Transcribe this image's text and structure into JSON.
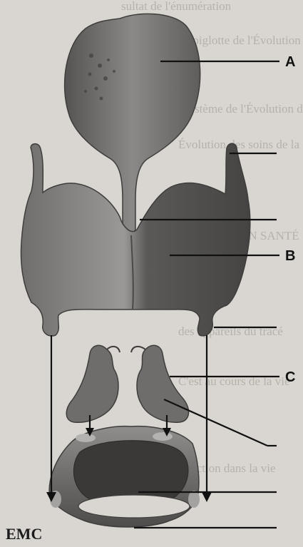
{
  "figure": {
    "labels": [
      "A",
      "B",
      "C"
    ],
    "logo": "EMC",
    "background_text": [
      "sultat de l'énumération",
      "Épiglotte de l'Évolution dont S",
      "Système de l'Évolution de Soins",
      "Évolution des soins de la",
      "ET LA VIE EN SANTÉ",
      "des appareils du tracé",
      "C'est au cours de la vie",
      "de l'action dans la vie"
    ],
    "colors": {
      "background": "#d9d6d1",
      "cartilage": "#7b7a78",
      "cartilage_dark": "#4f4e4c",
      "ink": "#111111"
    }
  }
}
